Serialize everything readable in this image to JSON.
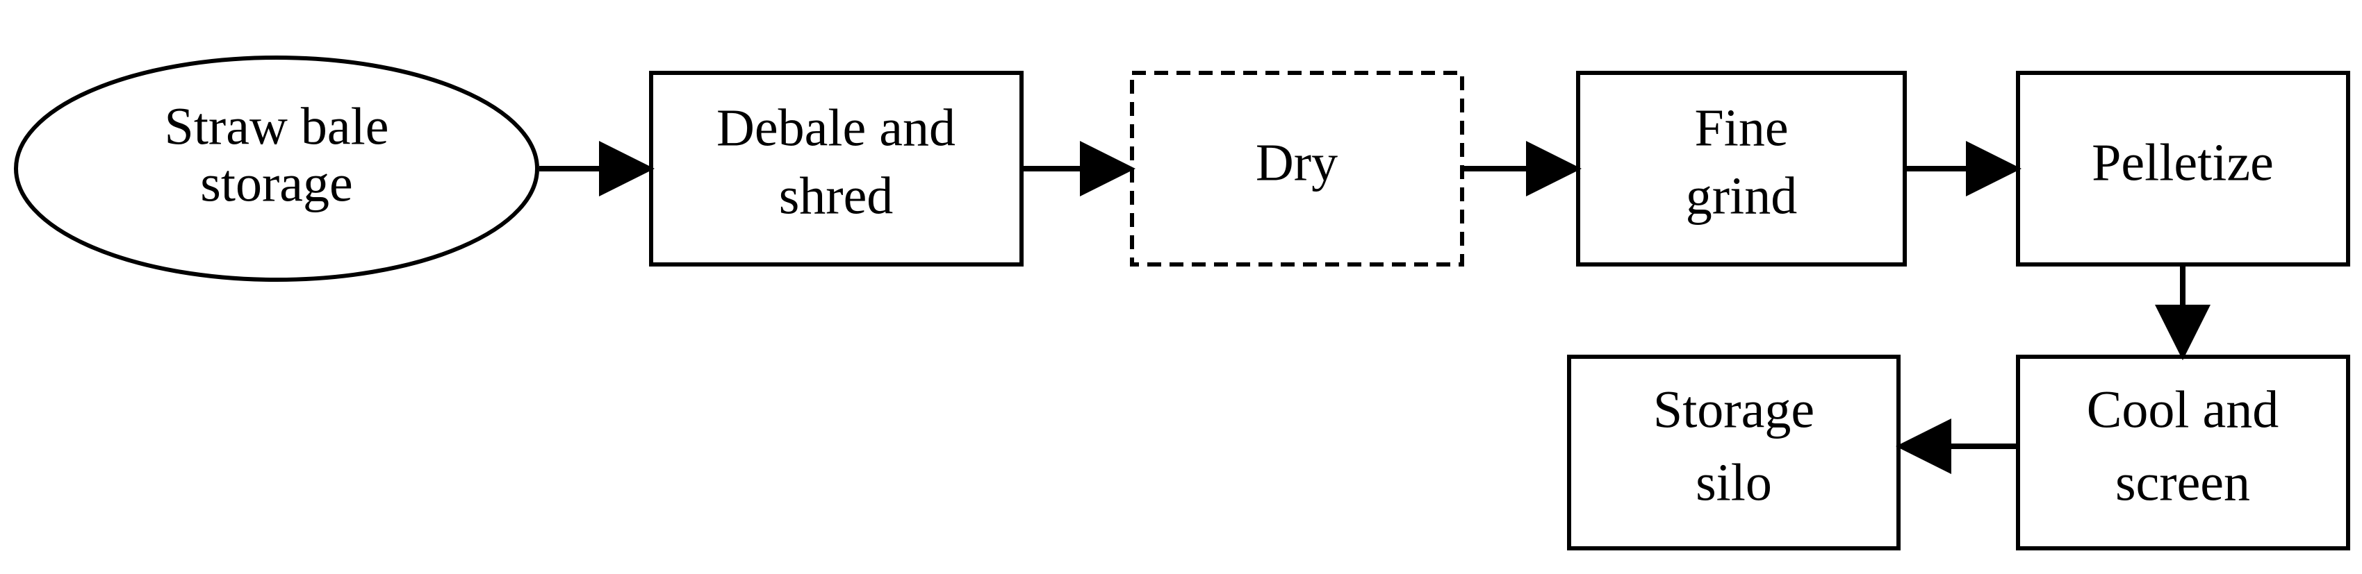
{
  "diagram": {
    "type": "process-flow",
    "nodes": {
      "straw_bale_storage": {
        "shape": "ellipse",
        "lines": [
          "Straw bale",
          "storage"
        ]
      },
      "debale_and_shred": {
        "shape": "box",
        "lines": [
          "Debale and",
          "shred"
        ]
      },
      "dry": {
        "shape": "box-dashed",
        "lines": [
          "Dry"
        ]
      },
      "fine_grind": {
        "shape": "box",
        "lines": [
          "Fine",
          "grind"
        ]
      },
      "pelletize": {
        "shape": "box",
        "lines": [
          "Pelletize"
        ]
      },
      "cool_and_screen": {
        "shape": "box",
        "lines": [
          "Cool and",
          "screen"
        ]
      },
      "storage_silo": {
        "shape": "box",
        "lines": [
          "Storage",
          "silo"
        ]
      }
    },
    "edges": [
      {
        "from": "Straw bale storage",
        "to": "Debale and shred"
      },
      {
        "from": "Debale and shred",
        "to": "Dry"
      },
      {
        "from": "Dry",
        "to": "Fine grind"
      },
      {
        "from": "Fine grind",
        "to": "Pelletize"
      },
      {
        "from": "Pelletize",
        "to": "Cool and screen"
      },
      {
        "from": "Cool and screen",
        "to": "Storage silo"
      }
    ]
  }
}
